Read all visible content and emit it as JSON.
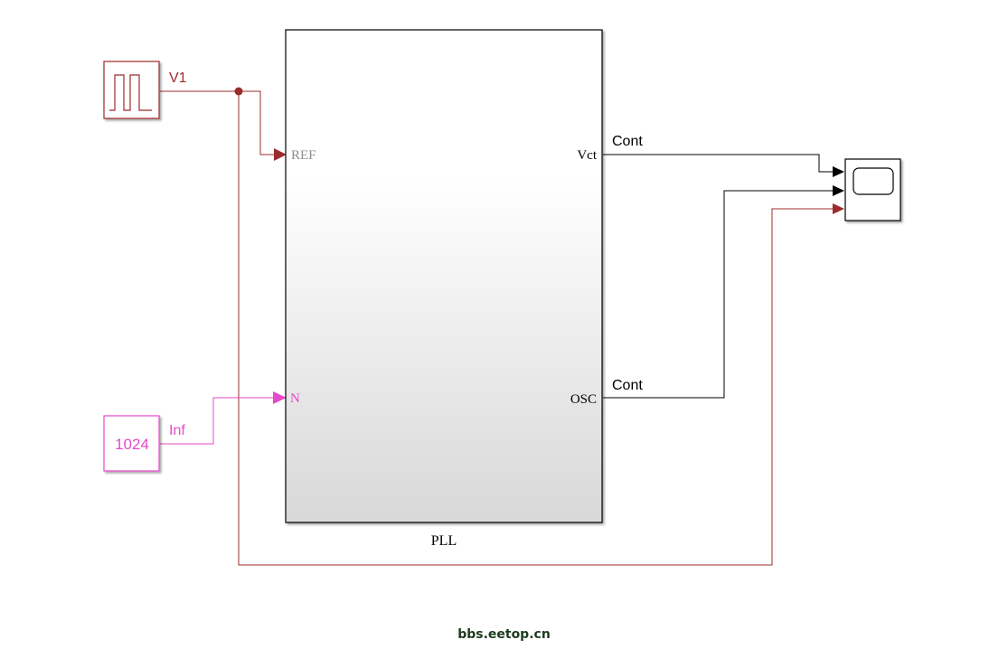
{
  "blocks": {
    "pulse_gen": {
      "signal_label": "V1",
      "color": "#9b2c2c"
    },
    "constant": {
      "value": "1024",
      "signal_label": "Inf",
      "color": "#e64ac9"
    },
    "pll": {
      "name": "PLL",
      "ports_in": {
        "ref": "REF",
        "n": "N"
      },
      "ports_out": {
        "vct": "Vct",
        "osc": "OSC"
      }
    },
    "scope": {
      "icon": "scope-icon"
    }
  },
  "signals": {
    "vct_label": "Cont",
    "osc_label": "Cont"
  },
  "colors": {
    "ref_line": "#9b2c2c",
    "n_line": "#e64ac9",
    "out_line": "#000000",
    "ref_port_text": "#8c8c8c"
  },
  "watermark": "bbs.eetop.cn"
}
